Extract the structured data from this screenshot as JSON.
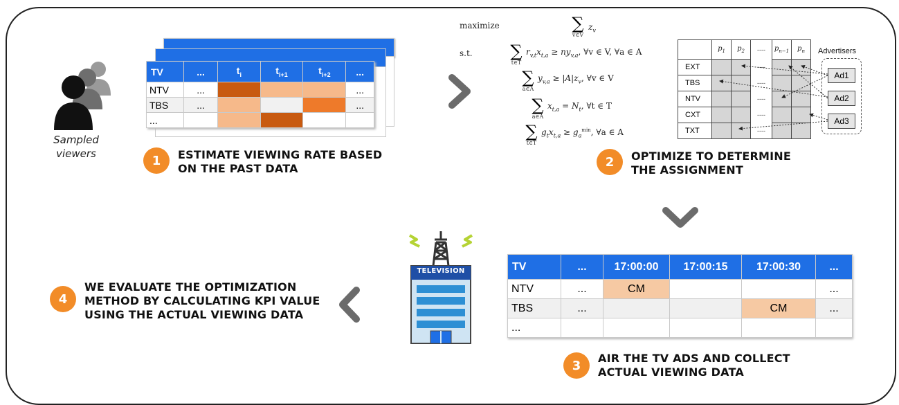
{
  "viewers": {
    "label_line1": "Sampled",
    "label_line2": "viewers"
  },
  "step1": {
    "number": "1",
    "line1": "ESTIMATE VIEWING RATE BASED",
    "line2": "ON THE PAST DATA"
  },
  "step2": {
    "number": "2",
    "line1": "OPTIMIZE TO DETERMINE",
    "line2": "THE ASSIGNMENT"
  },
  "step3": {
    "number": "3",
    "line1": "AIR THE TV ADS AND COLLECT",
    "line2": "ACTUAL VIEWING DATA"
  },
  "step4": {
    "number": "4",
    "line1": "WE EVALUATE THE OPTIMIZATION",
    "line2": "METHOD BY CALCULATING KPI VALUE",
    "line3": "USING THE ACTUAL VIEWING DATA"
  },
  "rate_table": {
    "headers": [
      "TV",
      "...",
      "t",
      "t",
      "t",
      "..."
    ],
    "header_subs": [
      "",
      "",
      "i",
      "i+1",
      "i+2",
      ""
    ],
    "rows": [
      {
        "label": "NTV",
        "c1": "...",
        "c5": "..."
      },
      {
        "label": "TBS",
        "c1": "...",
        "c5": "..."
      },
      {
        "label": "...",
        "c1": "",
        "c5": ""
      }
    ],
    "colors": {
      "dark": "#c85a10",
      "light": "#f6b98a",
      "mid": "#ee7a2a",
      "header": "#1f6fe5"
    }
  },
  "optimization": {
    "maximize": "maximize",
    "st": "s.t.",
    "objective": "z",
    "objective_sub": "v",
    "objective_range": "v∈V",
    "constraints": [
      {
        "range": "t∈T",
        "body": "r",
        "text": "x",
        "rest": " ≥ n y",
        "tail": ",  ∀v ∈ V, ∀a ∈ A"
      },
      {
        "range": "a∈A",
        "body": "y",
        "rest": " ≥ |A| z",
        "tail": ",  ∀v ∈ V"
      },
      {
        "range": "a∈A",
        "body": "x",
        "rest": " = N",
        "tail": ",  ∀t ∈ T"
      },
      {
        "range": "t∈T",
        "body": "g",
        "rest": " x",
        "tail": " ≥ g",
        "tail2": ",  ∀a ∈ A"
      }
    ]
  },
  "assignment": {
    "channels": [
      "EXT",
      "TBS",
      "NTV",
      "CXT",
      "TXT"
    ],
    "cols": [
      "p",
      "p",
      "----",
      "p",
      "p"
    ],
    "col_subs": [
      "1",
      "2",
      "",
      "n−1",
      "n"
    ],
    "advertisers_label": "Advertisers",
    "ads": [
      "Ad1",
      "Ad2",
      "Ad3"
    ]
  },
  "tower": {
    "sign": "TELEVISION"
  },
  "schedule": {
    "headers": [
      "TV",
      "...",
      "17:00:00",
      "17:00:15",
      "17:00:30",
      "..."
    ],
    "rows": [
      {
        "label": "NTV",
        "c1": "...",
        "c2": "CM",
        "c3": "",
        "c4": "",
        "c5": "..."
      },
      {
        "label": "TBS",
        "c1": "...",
        "c2": "",
        "c3": "",
        "c4": "CM",
        "c5": "..."
      },
      {
        "label": "...",
        "c1": "",
        "c2": "",
        "c3": "",
        "c4": "",
        "c5": ""
      }
    ]
  }
}
